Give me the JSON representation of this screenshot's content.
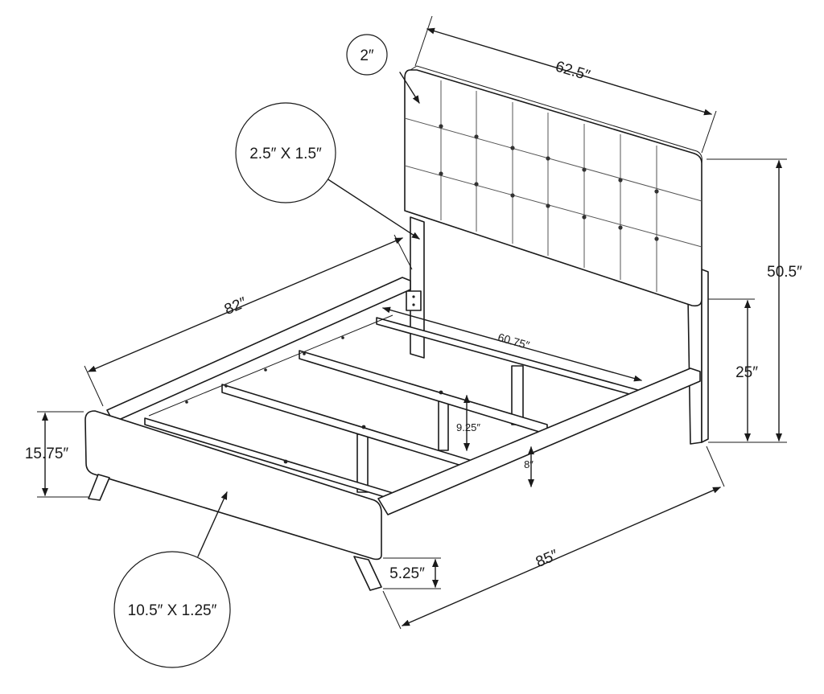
{
  "dimensions": {
    "headboard_thickness": "2″",
    "headboard_width": "62.5″",
    "post_section": "2.5″ X 1.5″",
    "headboard_height": "50.5″",
    "frame_length": "82″",
    "inner_width": "60.75″",
    "post_height": "25″",
    "slat_height": "9.25″",
    "rail_height": "8″",
    "footboard_height": "15.75″",
    "leg_height": "5.25″",
    "overall_length": "85″",
    "rail_section": "10.5″ X 1.25″"
  }
}
